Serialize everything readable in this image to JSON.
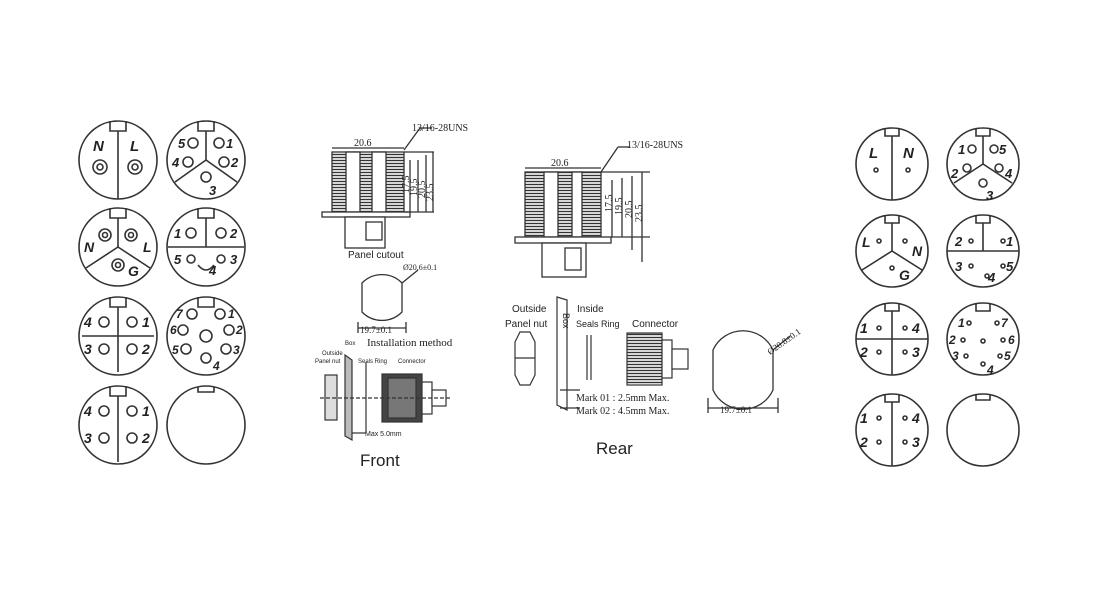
{
  "front": {
    "caption": "Front",
    "thread_label": "13/16-28UNS",
    "width_label": "20.6",
    "dims": [
      "17.5",
      "19.5",
      "20.5",
      "23.5"
    ],
    "panel_cutout_label": "Panel cutout",
    "cutout_diameter": "Ø20.6±0.1",
    "cutout_width": "19.7±0.1",
    "installation_label": "Installation method",
    "parts": [
      "Outside",
      "Panel nut",
      "Box",
      "Seals Ring",
      "Connector"
    ],
    "max_label": "Max 5.0mm"
  },
  "rear": {
    "caption": "Rear",
    "thread_label": "13/16-28UNS",
    "width_label": "20.6",
    "dims": [
      "17.5",
      "19.5",
      "20.5",
      "23.5"
    ],
    "outside_label": "Outside",
    "panel_nut_label": "Panel nut",
    "box_label": "Box",
    "inside_label": "Inside",
    "seals_ring_label": "Seals Ring",
    "connector_label": "Connector",
    "mark01": "Mark 01 :  2.5mm Max.",
    "mark02": "Mark 02 :  4.5mm Max.",
    "cutout_diameter": "Ø20.8±0.1",
    "cutout_width": "19.7±0.1"
  },
  "left_faces": [
    {
      "labels": [
        "N",
        "L"
      ]
    },
    {
      "labels": [
        "5",
        "1",
        "4",
        "2",
        "3"
      ]
    },
    {
      "labels": [
        "N",
        "L",
        "G"
      ]
    },
    {
      "labels": [
        "1",
        "2",
        "5",
        "3",
        "4"
      ]
    },
    {
      "labels": [
        "4",
        "1",
        "3",
        "2"
      ]
    },
    {
      "labels": [
        "7",
        "1",
        "6",
        "2",
        "5",
        "3",
        "4"
      ]
    },
    {
      "labels": [
        "4",
        "1",
        "3",
        "2"
      ]
    },
    {
      "labels": []
    }
  ],
  "right_faces": [
    {
      "labels": [
        "L",
        "N"
      ]
    },
    {
      "labels": [
        "1",
        "5",
        "2",
        "4",
        "3"
      ]
    },
    {
      "labels": [
        "L",
        "N",
        "G"
      ]
    },
    {
      "labels": [
        "2",
        "1",
        "3",
        "5",
        "4"
      ]
    },
    {
      "labels": [
        "1",
        "4",
        "2",
        "3"
      ]
    },
    {
      "labels": [
        "1",
        "7",
        "2",
        "6",
        "3",
        "5",
        "4"
      ]
    },
    {
      "labels": [
        "1",
        "4",
        "2",
        "3"
      ]
    },
    {
      "labels": []
    }
  ]
}
